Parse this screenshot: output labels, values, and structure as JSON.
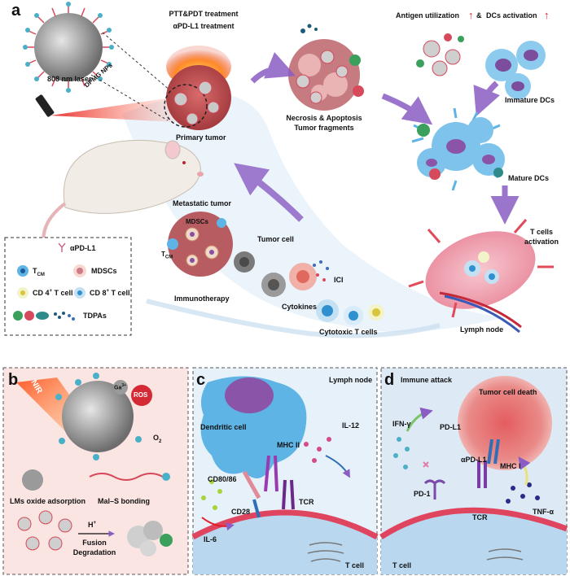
{
  "panels": {
    "a": "a",
    "b": "b",
    "c": "c",
    "d": "d"
  },
  "panel_a": {
    "nanoparticle": "DPMG NPs",
    "laser": "808 nm laser",
    "treatment_line1": "PTT&PDT treatment",
    "treatment_line2": "αPD-L1 treatment",
    "primary_tumor": "Primary tumor",
    "necrosis_line1": "Necrosis & Apoptosis",
    "necrosis_line2": "Tumor fragments",
    "antigen_utilization": "Antigen utilization",
    "dcs_activation": "DCs activation",
    "and": "&",
    "immature_dcs": "Immature DCs",
    "mature_dcs": "Mature DCs",
    "metastatic_tumor": "Metastatic tumor",
    "mdscs_marker": "MDSCs",
    "tcm_marker": "T",
    "tcm_sub": "CM",
    "tumor_cell": "Tumor cell",
    "ici": "ICI",
    "cytokines": "Cytokines",
    "cytotoxic_t_cells": "Cytotoxic T cells",
    "lymph_node": "Lymph node",
    "t_cells_activation_line1": "T cells",
    "t_cells_activation_line2": "activation",
    "immunotherapy": "Immunotherapy"
  },
  "legend": {
    "apdl1": "αPD-L1",
    "tcm": "T",
    "tcm_sub": "CM",
    "mdscs": "MDSCs",
    "cd4_pre": "CD 4",
    "cd4_sup": "+",
    "cd4_post": " T cell",
    "cd8_pre": "CD 8",
    "cd8_sup": "+",
    "cd8_post": " T cell",
    "tdpas": "TDPAs"
  },
  "panel_b": {
    "nir": "NIR",
    "ga": "Ga",
    "ga_sup": "3+",
    "ros": "ROS",
    "o2": "O",
    "o2_sub": "2",
    "lms_oxide": "LMs oxide adsorption",
    "mal_s": "Mal–S bonding",
    "h_plus": "H",
    "h_sup": "+",
    "fusion_line1": "Fusion",
    "fusion_line2": "Degradation"
  },
  "panel_c": {
    "lymph_node": "Lymph node",
    "dendritic_cell": "Dendritic cell",
    "mhc_ii": "MHC II",
    "il12": "IL-12",
    "cd80_86": "CD80/86",
    "tcr": "TCR",
    "cd28": "CD28",
    "il6": "IL-6",
    "t_cell": "T cell"
  },
  "panel_d": {
    "immune_attack": "Immune attack",
    "tumor_cell_death": "Tumor cell death",
    "ifn_gamma": "IFN-γ",
    "pd_l1": "PD-L1",
    "apd_l1": "αPD-L1",
    "pd_1": "PD-1",
    "mhc_i": "MHC I",
    "tcr": "TCR",
    "tnf_alpha": "TNF-α",
    "t_cell": "T cell"
  },
  "colors": {
    "arrow_purple": "#8a5cc4",
    "panel_b_bg": "#fbe5e2",
    "panel_c_bg": "#e6f1fa",
    "panel_d_bg": "#dde9f5",
    "dc_blue": "#5fb4e6",
    "tumor_pink": "#e28a88",
    "membrane_red": "#e0455f",
    "tcell_blue": "#b9d8ef",
    "up_arrow_red": "#e0202a"
  }
}
